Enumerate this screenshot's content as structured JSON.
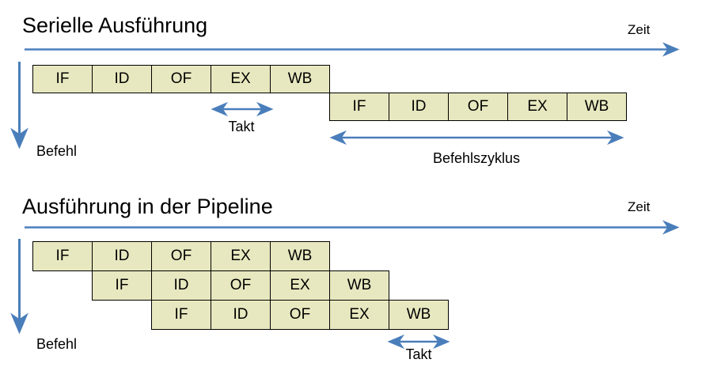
{
  "accent_color": "#4a7ebb",
  "box_fill": "#e8e8c0",
  "box_stroke": "#000000",
  "sections": [
    {
      "id": "serial",
      "title": "Serielle Ausführung",
      "time_axis_label": "Zeit",
      "instruction_axis_label": "Befehl",
      "clock_label": "Takt",
      "cycle_label": "Befehlszyklus",
      "rows": [
        {
          "offset": 0,
          "stages": [
            "IF",
            "ID",
            "OF",
            "EX",
            "WB"
          ]
        },
        {
          "offset": 5,
          "stages": [
            "IF",
            "ID",
            "OF",
            "EX",
            "WB"
          ]
        }
      ]
    },
    {
      "id": "pipeline",
      "title": "Ausführung in der Pipeline",
      "time_axis_label": "Zeit",
      "instruction_axis_label": "Befehl",
      "clock_label": "Takt",
      "rows": [
        {
          "offset": 0,
          "stages": [
            "IF",
            "ID",
            "OF",
            "EX",
            "WB"
          ]
        },
        {
          "offset": 1,
          "stages": [
            "IF",
            "ID",
            "OF",
            "EX",
            "WB"
          ]
        },
        {
          "offset": 2,
          "stages": [
            "IF",
            "ID",
            "OF",
            "EX",
            "WB"
          ]
        }
      ]
    }
  ]
}
